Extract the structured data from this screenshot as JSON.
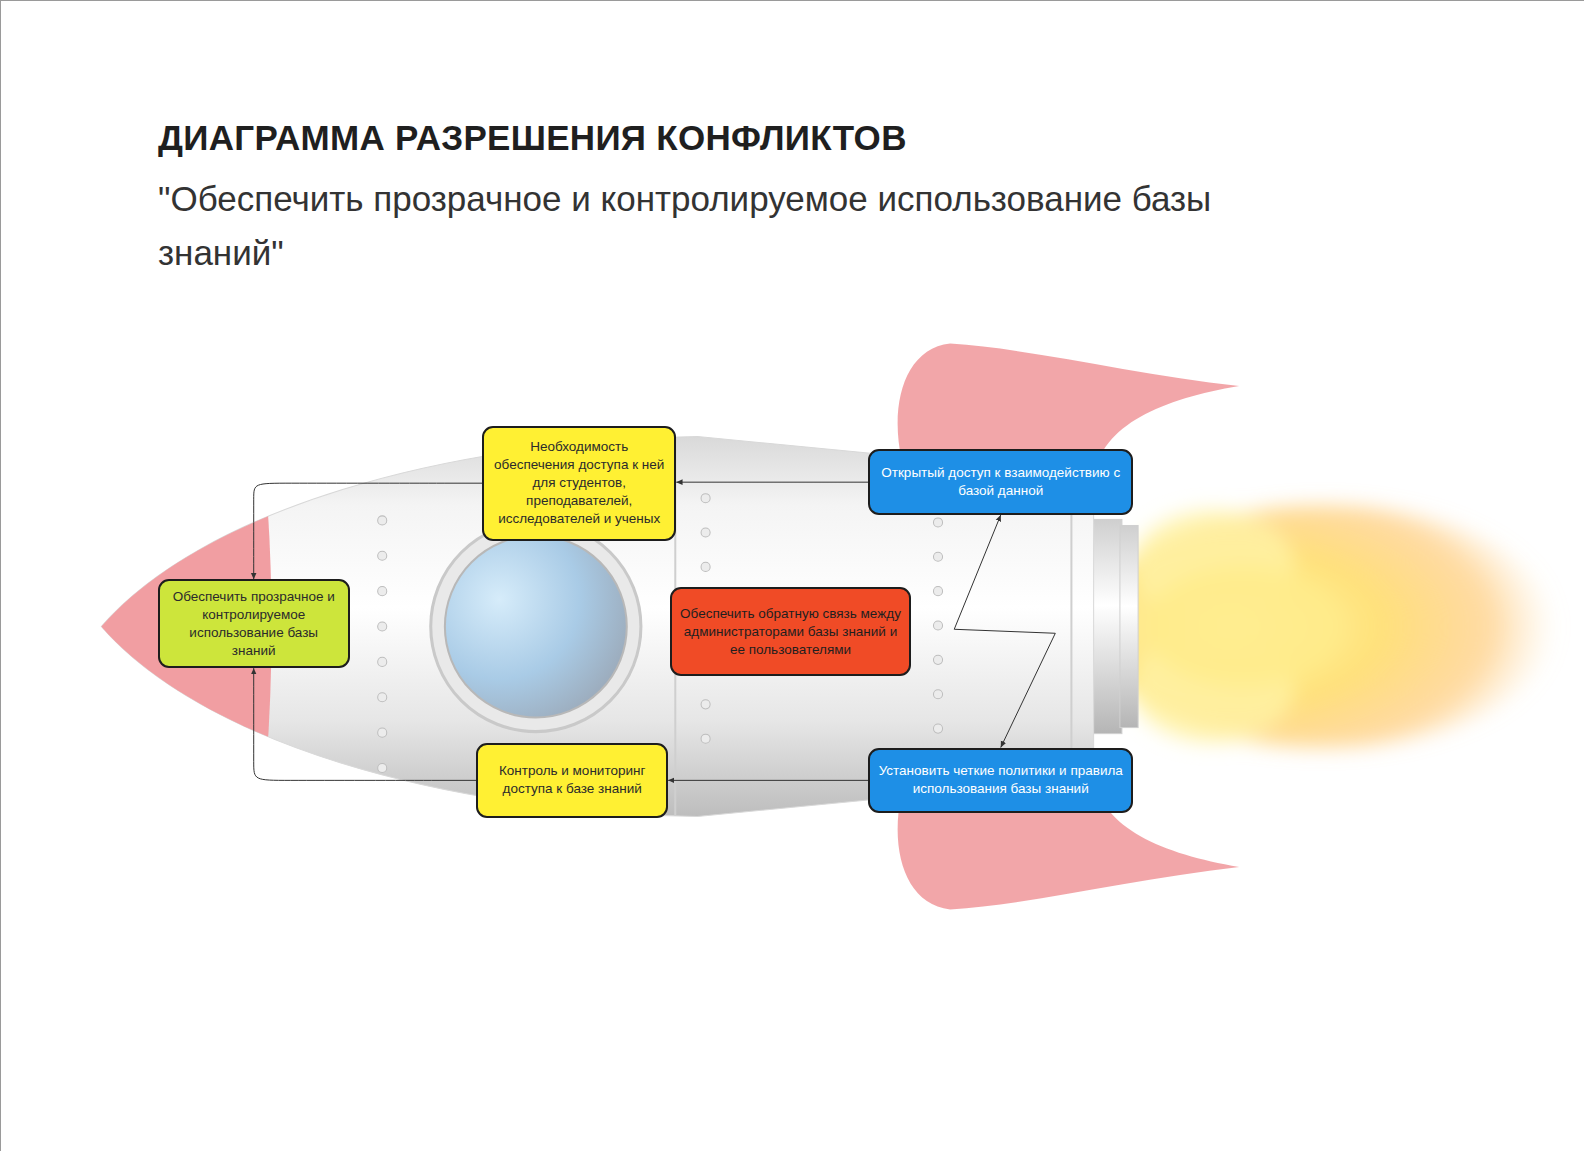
{
  "diagram": {
    "title": "ДИАГРАММА РАЗРЕШЕНИЯ КОНФЛИКТОВ",
    "caption": "\"Обеспечить прозрачное и контролируемое использование базы знаний\"",
    "nodes": [
      {
        "text": [
          "Необходимость обеспечения доступа к ней для студентов, преподавателей, исследователей и ученых"
        ]
      },
      {
        "text": [
          "Открытый доступ к взаимодействию с базой данной"
        ]
      },
      {
        "text": [
          "Обеспечить прозрачное и контролируемое использование базы знаний"
        ]
      },
      {
        "text": [
          "Обеспечить обратную связь между администраторами базы знаний и ее пользователями"
        ]
      },
      {
        "text": [
          "Контроль и мониторинг доступа к базе знаний"
        ]
      },
      {
        "text": [
          "Установить четкие политики и правила использования базы знаний"
        ]
      }
    ],
    "edges": [
      {
        "from": 1,
        "to": 0,
        "arrow": "to"
      },
      {
        "from": 0,
        "to": 2,
        "arrow": "to"
      },
      {
        "from": 5,
        "to": 4,
        "arrow": "to"
      },
      {
        "from": 4,
        "to": 2,
        "arrow": "to"
      },
      {
        "from": 1,
        "to": 5,
        "arrow": "both"
      }
    ]
  }
}
